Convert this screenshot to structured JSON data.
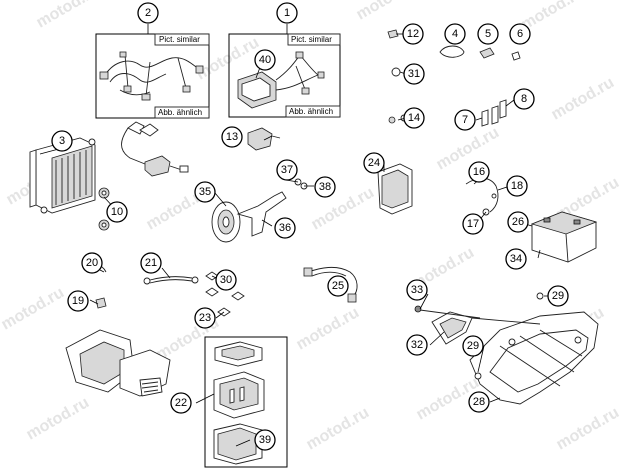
{
  "watermark": "motod.ru",
  "callouts": [
    "1",
    "2",
    "3",
    "4",
    "5",
    "6",
    "7",
    "8",
    "10",
    "12",
    "13",
    "14",
    "16",
    "17",
    "18",
    "19",
    "20",
    "21",
    "22",
    "23",
    "24",
    "25",
    "26",
    "28",
    "29",
    "30",
    "31",
    "32",
    "33",
    "34",
    "35",
    "36",
    "37",
    "38",
    "39",
    "40"
  ],
  "notes": {
    "harness_box": {
      "top": "Pict. similar",
      "bottom": "Abb. ähnlich"
    },
    "main_box": {
      "top": "Pict. similar",
      "bottom": "Abb. ähnlich"
    }
  }
}
